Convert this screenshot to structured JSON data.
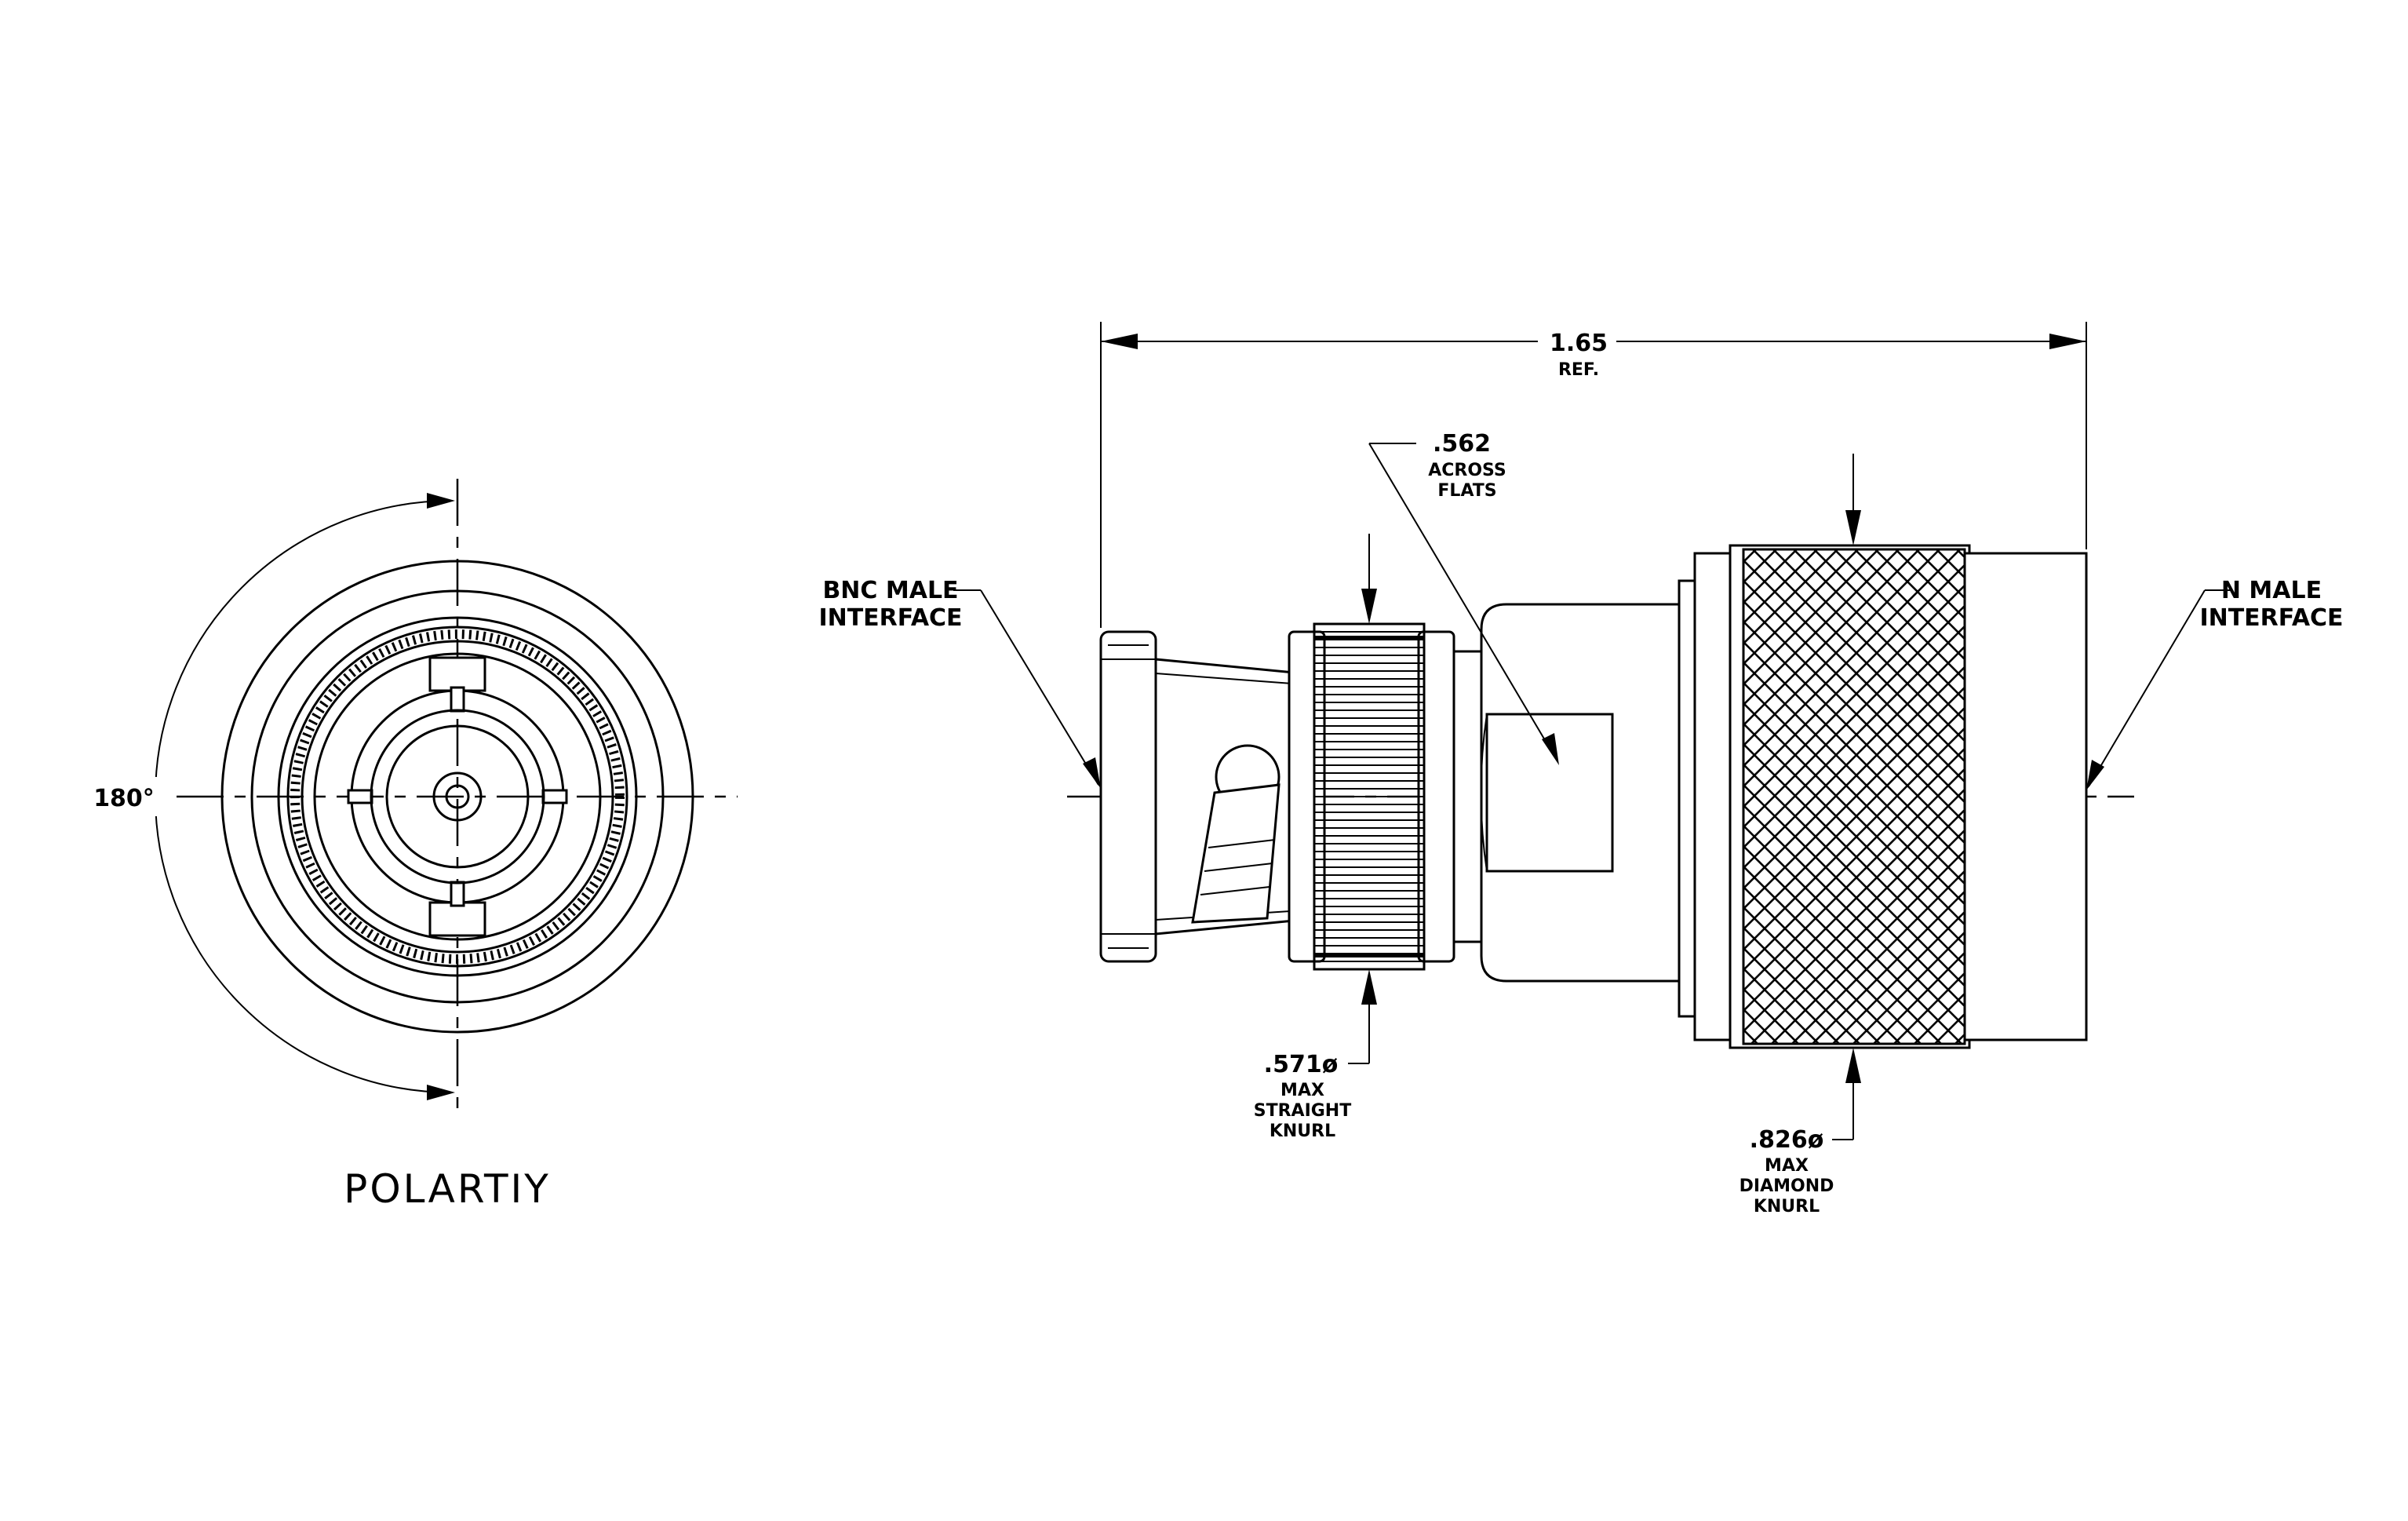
{
  "colors": {
    "ink": "#000000",
    "paper": "#ffffff"
  },
  "polarity_view": {
    "angle_label": "180°",
    "title": "POLARTIY"
  },
  "side_view": {
    "overall_length": {
      "value": "1.65",
      "note": "REF."
    },
    "flats": {
      "value": ".562",
      "note_lines": [
        "ACROSS",
        "FLATS"
      ]
    },
    "bnc_interface": {
      "lines": [
        "BNC MALE",
        "INTERFACE"
      ]
    },
    "n_interface": {
      "lines": [
        "N MALE",
        "INTERFACE"
      ]
    },
    "straight_knurl": {
      "value": ".571ø",
      "note_lines": [
        "MAX",
        "STRAIGHT",
        "KNURL"
      ]
    },
    "diamond_knurl": {
      "value": ".826ø",
      "note_lines": [
        "MAX",
        "DIAMOND",
        "KNURL"
      ]
    }
  }
}
